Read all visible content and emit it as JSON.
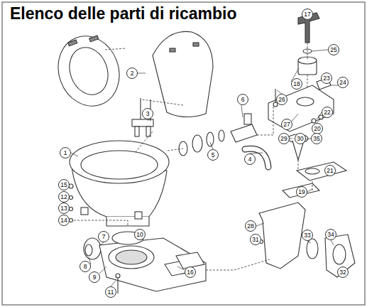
{
  "diagram": {
    "title": "Elenco delle parti di ricambio",
    "labels": [
      "1",
      "2",
      "3",
      "4",
      "5",
      "6",
      "7",
      "8",
      "9",
      "10",
      "11",
      "12",
      "13",
      "14",
      "15",
      "16",
      "17",
      "18",
      "19",
      "20",
      "21",
      "22",
      "23",
      "24",
      "25",
      "26",
      "27",
      "28",
      "29",
      "30",
      "31",
      "32",
      "33",
      "34",
      "35"
    ]
  }
}
